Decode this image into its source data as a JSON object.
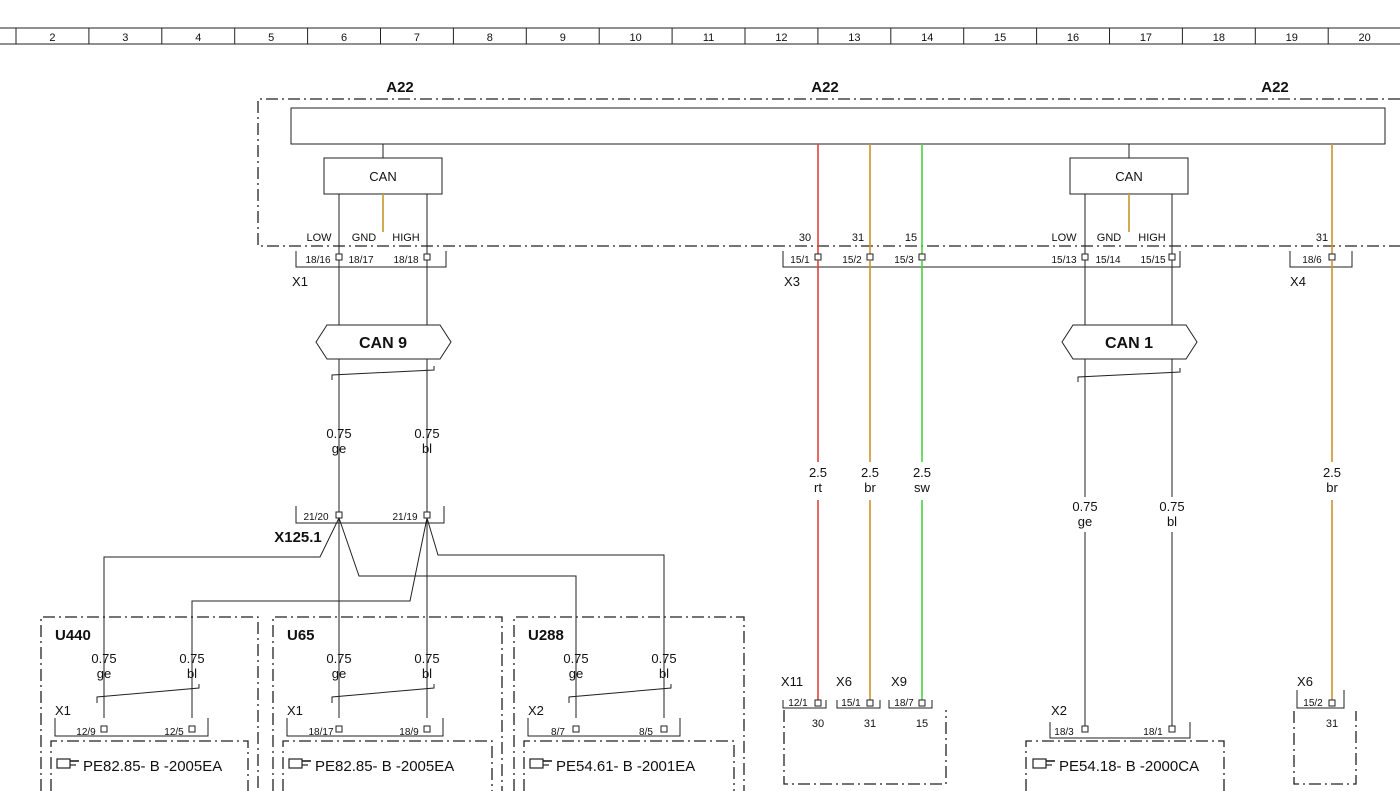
{
  "colors": {
    "wire_rt": "#e0443a",
    "wire_br": "#c8962a",
    "wire_sw_green": "#49d43c",
    "wire_default": "#222222",
    "gnd_stub": "#c8962a"
  },
  "grid_columns": [
    "2",
    "3",
    "4",
    "5",
    "6",
    "7",
    "8",
    "9",
    "10",
    "11",
    "12",
    "13",
    "14",
    "15",
    "16",
    "17",
    "18",
    "19",
    "20"
  ],
  "module_label": "A22",
  "can_block_label": "CAN",
  "can_pins": {
    "low": "LOW",
    "gnd": "GND",
    "high": "HIGH"
  },
  "left_can": {
    "pins": [
      "18/16",
      "18/17",
      "18/18"
    ],
    "connector": "X1",
    "bus": "CAN 9",
    "wire_ge": {
      "size": "0.75",
      "color": "ge"
    },
    "wire_bl": {
      "size": "0.75",
      "color": "bl"
    },
    "split_pins": [
      "21/20",
      "21/19"
    ],
    "split_connector": "X125.1"
  },
  "middle": {
    "terminals": [
      "30",
      "31",
      "15"
    ],
    "pins": [
      "15/1",
      "15/2",
      "15/3"
    ],
    "connector": "X3",
    "wires": [
      {
        "size": "2.5",
        "color": "rt"
      },
      {
        "size": "2.5",
        "color": "br"
      },
      {
        "size": "2.5",
        "color": "sw"
      }
    ],
    "bottom": [
      {
        "connector": "X11",
        "pin": "12/1",
        "terminal": "30"
      },
      {
        "connector": "X6",
        "pin": "15/1",
        "terminal": "31"
      },
      {
        "connector": "X9",
        "pin": "18/7",
        "terminal": "15"
      }
    ]
  },
  "right_can": {
    "pins": [
      "15/13",
      "15/14",
      "15/15"
    ],
    "bus": "CAN 1",
    "wire_ge": {
      "size": "0.75",
      "color": "ge"
    },
    "wire_bl": {
      "size": "0.75",
      "color": "bl"
    },
    "bottom_connector": "X2",
    "bottom_pins": [
      "18/3",
      "18/1"
    ],
    "ref": "PE54.18- B -2000CA"
  },
  "far_right": {
    "terminal": "31",
    "pin": "18/6",
    "connector": "X4",
    "wire": {
      "size": "2.5",
      "color": "br"
    },
    "bottom_connector": "X6",
    "bottom_pin": "15/2",
    "bottom_terminal": "31"
  },
  "devices": [
    {
      "name": "U440",
      "wire_ge": {
        "size": "0.75",
        "color": "ge"
      },
      "wire_bl": {
        "size": "0.75",
        "color": "bl"
      },
      "connector": "X1",
      "pins": [
        "12/9",
        "12/5"
      ],
      "ref": "PE82.85- B -2005EA"
    },
    {
      "name": "U65",
      "wire_ge": {
        "size": "0.75",
        "color": "ge"
      },
      "wire_bl": {
        "size": "0.75",
        "color": "bl"
      },
      "connector": "X1",
      "pins": [
        "18/17",
        "18/9"
      ],
      "ref": "PE82.85- B -2005EA"
    },
    {
      "name": "U288",
      "wire_ge": {
        "size": "0.75",
        "color": "ge"
      },
      "wire_bl": {
        "size": "0.75",
        "color": "bl"
      },
      "connector": "X2",
      "pins": [
        "8/7",
        "8/5"
      ],
      "ref": "PE54.61- B -2001EA"
    }
  ],
  "ref_icon": "pointing-hand-icon"
}
